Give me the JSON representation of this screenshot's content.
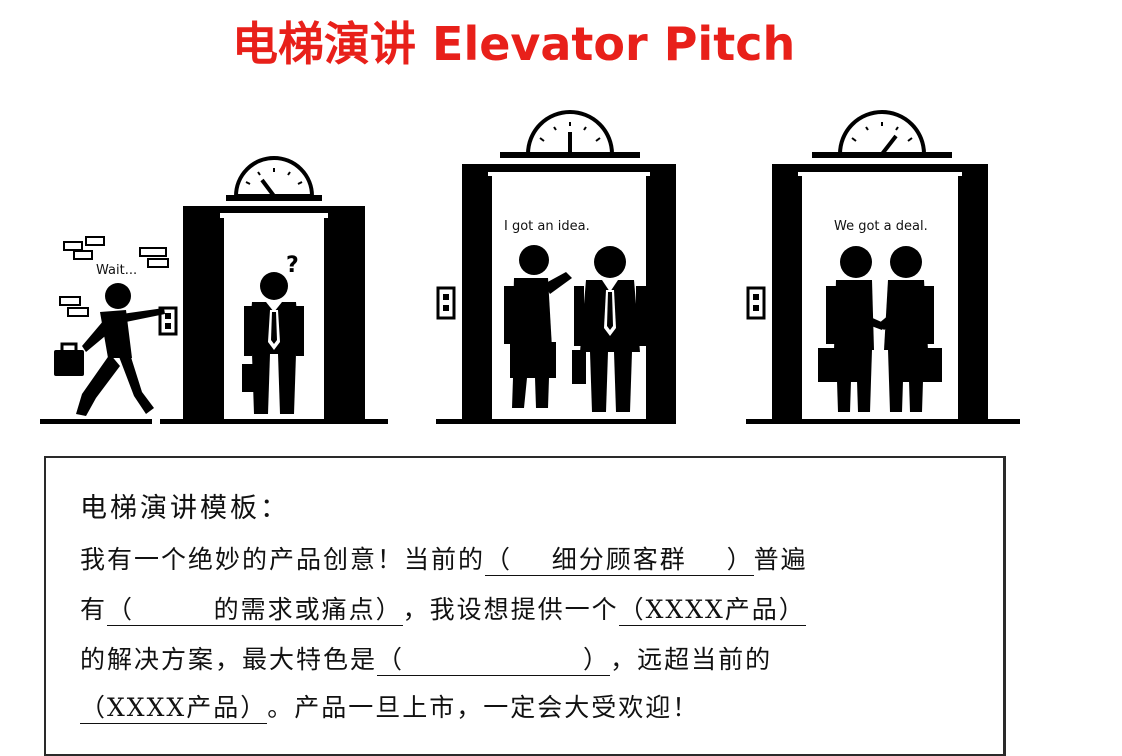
{
  "title": "电梯演讲 Elevator Pitch",
  "title_color": "#e8201a",
  "scene": {
    "bubble_1": "Wait...",
    "question_mark": "?",
    "bubble_2": "I got an idea.",
    "bubble_3": "We got a deal."
  },
  "template": {
    "heading": "电梯演讲模板：",
    "line1_a": "我有一个绝妙的产品创意！当前的",
    "line1_blank": "（    细分顾客群    ）",
    "line1_b": "普遍",
    "line2_a": "有",
    "line2_blank": "（        的需求或痛点）",
    "line2_b": "，我设想提供一个",
    "line2_blank2": "（XXXX产品）",
    "line3_a": "的解决方案，最大特色是",
    "line3_blank": "（                  ）",
    "line3_b": "，远超当前的",
    "line4_blank": "（XXXX产品）",
    "line4_b": "。产品一旦上市，一定会大受欢迎！"
  }
}
